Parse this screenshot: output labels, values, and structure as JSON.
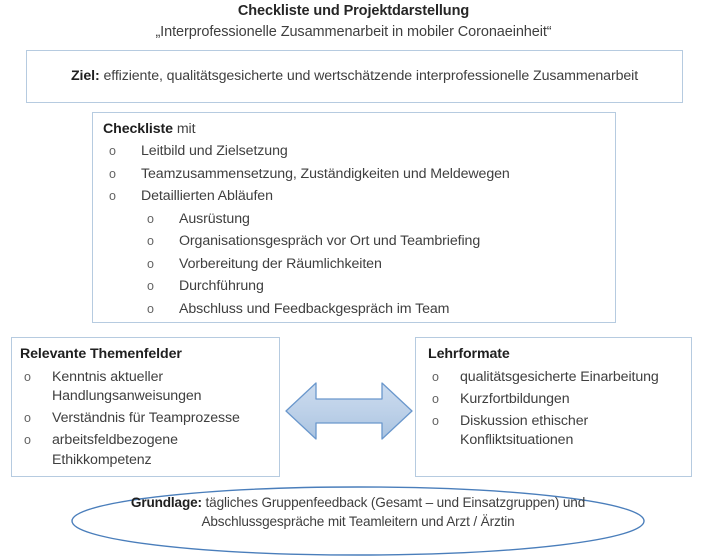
{
  "title": {
    "main": "Checkliste und Projektdarstellung",
    "sub": "„Interprofessionelle Zusammenarbeit in mobiler Coronaeinheit“"
  },
  "ziel": {
    "label": "Ziel:",
    "text": " effiziente, qualitätsgesicherte und wertschätzende interprofessionelle Zusammenarbeit"
  },
  "checkliste": {
    "label": "Checkliste",
    "suffix": " mit",
    "items": [
      "Leitbild und Zielsetzung",
      "Teamzusammensetzung, Zuständigkeiten und Meldewegen",
      "Detaillierten Abläufen"
    ],
    "subitems": [
      "Ausrüstung",
      "Organisationsgespräch vor Ort und Teambriefing",
      "Vorbereitung der Räumlichkeiten",
      "Durchführung",
      "Abschluss und Feedbackgespräch im Team"
    ]
  },
  "themenfelder": {
    "heading": "Relevante Themenfelder",
    "items": [
      "Kenntnis aktueller Handlungsanweisungen",
      "Verständnis für Teamprozesse",
      "arbeitsfeldbezogene Ethikkompetenz"
    ]
  },
  "lehrformate": {
    "heading": "Lehrformate",
    "items": [
      "qualitätsgesicherte Einarbeitung",
      "Kurzfortbildungen",
      "Diskussion ethischer Konfliktsituationen"
    ]
  },
  "grundlage": {
    "label": "Grundlage:",
    "text": " tägliches Gruppenfeedback (Gesamt – und Einsatzgruppen) und Abschlussgespräche mit Teamleitern und Arzt / Ärztin"
  },
  "bullet_marker": "o",
  "colors": {
    "box_border": "#b6cbe0",
    "ellipse_stroke": "#4a7ebb",
    "arrow_fill": "#b8cce4",
    "arrow_stroke": "#5b8fc9",
    "text": "#3f3f3f",
    "heading_text": "#1f1f1f"
  }
}
